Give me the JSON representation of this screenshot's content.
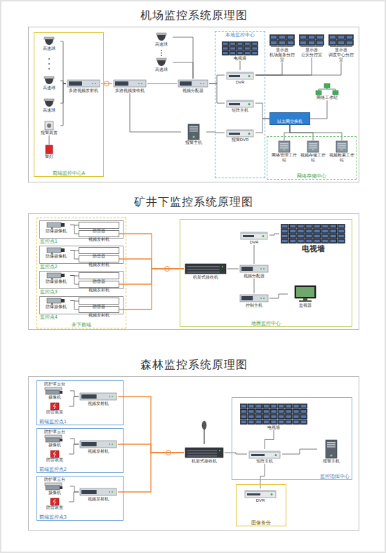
{
  "diagram": {
    "nodes": [
      {
        "text": [
          "机场监控系统原理图"
        ]
      },
      {
        "text": [
          "前端监控中心A"
        ],
        "in": 0
      },
      {
        "text": [
          "高速球"
        ],
        "in": 1
      },
      {
        "text": [
          "高速球"
        ],
        "in": 1
      },
      {
        "text": [
          "高速球"
        ],
        "in": 1
      },
      {
        "text": [
          "报警装置"
        ],
        "in": 1
      },
      {
        "text": [
          "警灯"
        ],
        "in": 1
      },
      {
        "text": [
          "多路视频发射机"
        ],
        "in": 1
      },
      {
        "text": [
          "多路视频接收机"
        ],
        "in": 0
      },
      {
        "text": [
          "高速球"
        ],
        "in": 0
      },
      {
        "text": [
          "高速球"
        ],
        "in": 0
      },
      {
        "text": [
          "视频分配器"
        ],
        "in": 0
      },
      {
        "text": [
          "报警主机"
        ],
        "in": 0
      },
      {
        "text": [
          "本地监控中心"
        ],
        "in": 0
      },
      {
        "text": [
          "电视墙"
        ],
        "in": 13
      },
      {
        "text": [
          "DVR"
        ],
        "in": 13
      },
      {
        "text": [
          "矩阵主机"
        ],
        "in": 13
      },
      {
        "text": [
          "报警DVR"
        ],
        "in": 13
      },
      {
        "text": [
          "显示器",
          "机场服务分控室"
        ],
        "in": 0
      },
      {
        "text": [
          "显示器",
          "公安分控室"
        ],
        "in": 0
      },
      {
        "text": [
          "显示器",
          "调度中心分控室"
        ],
        "in": 0
      },
      {
        "text": [
          "网络工作站"
        ],
        "in": 0
      },
      {
        "text": [
          "以太网交换机"
        ],
        "in": 0
      },
      {
        "text": [
          "网络存储中心"
        ],
        "in": 0
      },
      {
        "text": [
          "网络管理工作站"
        ],
        "in": 23
      },
      {
        "text": [
          "视频存储工作站"
        ],
        "in": 23
      },
      {
        "text": [
          "视频检索工作站"
        ],
        "in": 23
      },
      {
        "text": [
          "矿井下监控系统原理图"
        ]
      },
      {
        "text": [
          "井下前端"
        ],
        "in": 27
      },
      {
        "text": [
          "监控点1"
        ],
        "in": 28
      },
      {
        "text": [
          "防爆摄像机"
        ],
        "in": 29
      },
      {
        "text": [
          "防雷器"
        ],
        "in": 29
      },
      {
        "text": [
          "视频发射机"
        ],
        "in": 29
      },
      {
        "text": [
          "监控点2"
        ],
        "in": 28
      },
      {
        "text": [
          "防爆摄像机"
        ],
        "in": 33
      },
      {
        "text": [
          "防雷器"
        ],
        "in": 33
      },
      {
        "text": [
          "视频发射机"
        ],
        "in": 33
      },
      {
        "text": [
          "监控点3"
        ],
        "in": 28
      },
      {
        "text": [
          "防爆摄像机"
        ],
        "in": 37
      },
      {
        "text": [
          "防雷器"
        ],
        "in": 37
      },
      {
        "text": [
          "视频发射机"
        ],
        "in": 37
      },
      {
        "text": [
          "监控点4"
        ],
        "in": 28
      },
      {
        "text": [
          "防爆摄像机"
        ],
        "in": 41
      },
      {
        "text": [
          "防雷器"
        ],
        "in": 41
      },
      {
        "text": [
          "视频发射机"
        ],
        "in": 41
      },
      {
        "text": [
          "地面监控中心"
        ],
        "in": 27
      },
      {
        "text": [
          "机架式接收机"
        ],
        "in": 45
      },
      {
        "text": [
          "DVR"
        ],
        "in": 45
      },
      {
        "text": [
          "电视墙"
        ],
        "in": 45
      },
      {
        "text": [
          "视频分配器"
        ],
        "in": 45
      },
      {
        "text": [
          "控制主机"
        ],
        "in": 45
      },
      {
        "text": [
          "监视器"
        ],
        "in": 45
      },
      {
        "text": [
          "森林监控系统原理图"
        ]
      },
      {
        "text": [
          "前端监控点1"
        ],
        "in": 52
      },
      {
        "text": [
          "防护罩云台",
          "摄像机"
        ],
        "in": 53
      },
      {
        "text": [
          "防雷装置"
        ],
        "in": 53
      },
      {
        "text": [
          "视频发射机"
        ],
        "in": 53
      },
      {
        "text": [
          "前端监控点2"
        ],
        "in": 52
      },
      {
        "text": [
          "防护罩云台",
          "摄像机"
        ],
        "in": 57
      },
      {
        "text": [
          "防雷装置"
        ],
        "in": 57
      },
      {
        "text": [
          "视频发射机"
        ],
        "in": 57
      },
      {
        "text": [
          "前端监控点3"
        ],
        "in": 52
      },
      {
        "text": [
          "防护罩云台",
          "摄像机"
        ],
        "in": 61
      },
      {
        "text": [
          "防雷装置"
        ],
        "in": 61
      },
      {
        "text": [
          "视频发射机"
        ],
        "in": 61
      },
      {
        "text": [
          "机架式接收机"
        ],
        "in": 52
      },
      {
        "text": [
          "监控指挥中心"
        ],
        "in": 52
      },
      {
        "text": [
          "电视墙"
        ],
        "in": 66
      },
      {
        "text": [
          "矩阵主机"
        ],
        "in": 66
      },
      {
        "text": [
          "报警主机"
        ],
        "in": 66
      },
      {
        "text": [
          "图像备份"
        ],
        "in": 52
      },
      {
        "text": [
          "DVR"
        ],
        "in": 70
      }
    ],
    "edges": [
      {
        "from": 2,
        "to": 7,
        "arrow": "none"
      },
      {
        "from": 3,
        "to": 7,
        "arrow": "none"
      },
      {
        "from": 4,
        "to": 7,
        "arrow": "none"
      },
      {
        "from": 5,
        "to": 7,
        "arrow": "none"
      },
      {
        "from": 5,
        "to": 6,
        "arrow": "none"
      },
      {
        "from": 7,
        "to": 8,
        "arrow": "none"
      },
      {
        "from": 8,
        "to": 11,
        "arrow": "none"
      },
      {
        "from": 9,
        "to": 11,
        "arrow": "none"
      },
      {
        "from": 10,
        "to": 11,
        "arrow": "none"
      },
      {
        "from": 8,
        "to": 12,
        "arrow": "none"
      },
      {
        "from": 11,
        "to": 15,
        "arrow": "none"
      },
      {
        "from": 11,
        "to": 16,
        "arrow": "none"
      },
      {
        "from": 15,
        "to": 14,
        "arrow": "none"
      },
      {
        "from": 12,
        "to": 17,
        "arrow": "none"
      },
      {
        "from": 15,
        "to": 18,
        "arrow": "none"
      },
      {
        "from": 15,
        "to": 19,
        "arrow": "none"
      },
      {
        "from": 15,
        "to": 20,
        "arrow": "none"
      },
      {
        "from": 16,
        "to": 22,
        "arrow": "none"
      },
      {
        "from": 17,
        "to": 22,
        "arrow": "none"
      },
      {
        "from": 21,
        "to": 22,
        "arrow": "none"
      },
      {
        "from": 22,
        "to": 24,
        "arrow": "none"
      },
      {
        "from": 22,
        "to": 25,
        "arrow": "none"
      },
      {
        "from": 22,
        "to": 26,
        "arrow": "none"
      },
      {
        "from": 30,
        "to": 31,
        "arrow": "none"
      },
      {
        "from": 30,
        "to": 32,
        "arrow": "none"
      },
      {
        "from": 34,
        "to": 35,
        "arrow": "none"
      },
      {
        "from": 34,
        "to": 36,
        "arrow": "none"
      },
      {
        "from": 38,
        "to": 39,
        "arrow": "none"
      },
      {
        "from": 38,
        "to": 40,
        "arrow": "none"
      },
      {
        "from": 42,
        "to": 43,
        "arrow": "none"
      },
      {
        "from": 42,
        "to": 44,
        "arrow": "none"
      },
      {
        "from": 32,
        "to": 46,
        "arrow": "none"
      },
      {
        "from": 36,
        "to": 46,
        "arrow": "none"
      },
      {
        "from": 40,
        "to": 46,
        "arrow": "none"
      },
      {
        "from": 44,
        "to": 46,
        "arrow": "none"
      },
      {
        "from": 46,
        "to": 49,
        "arrow": "none"
      },
      {
        "from": 49,
        "to": 47,
        "arrow": "none"
      },
      {
        "from": 47,
        "to": 48,
        "arrow": "none"
      },
      {
        "from": 49,
        "to": 50,
        "arrow": "none"
      },
      {
        "from": 50,
        "to": 51,
        "arrow": "none"
      },
      {
        "from": 54,
        "to": 56,
        "arrow": "none"
      },
      {
        "from": 55,
        "to": 56,
        "arrow": "none"
      },
      {
        "from": 58,
        "to": 60,
        "arrow": "none"
      },
      {
        "from": 59,
        "to": 60,
        "arrow": "none"
      },
      {
        "from": 62,
        "to": 64,
        "arrow": "none"
      },
      {
        "from": 63,
        "to": 64,
        "arrow": "none"
      },
      {
        "from": 56,
        "to": 65,
        "arrow": "none"
      },
      {
        "from": 60,
        "to": 65,
        "arrow": "none"
      },
      {
        "from": 64,
        "to": 65,
        "arrow": "none"
      },
      {
        "from": 65,
        "to": 68,
        "arrow": "none"
      },
      {
        "from": 68,
        "to": 67,
        "arrow": "none"
      },
      {
        "from": 68,
        "to": 69,
        "arrow": "none"
      },
      {
        "from": 68,
        "to": 71,
        "arrow": "none"
      }
    ]
  }
}
